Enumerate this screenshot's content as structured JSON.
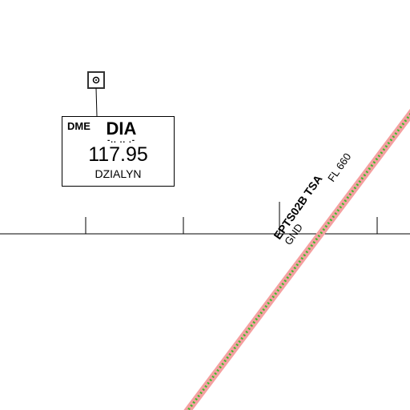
{
  "navaid": {
    "type": "DME",
    "ident": "DIA",
    "morse": "-.. .. .-",
    "frequency": "117.95",
    "name": "DZIALYN",
    "icon": "dme-station-icon"
  },
  "airspace": {
    "name": "EPTS02B TSA",
    "upper_limit": "FL 660",
    "lower_limit": "GND",
    "colors": {
      "border": "#f4a0a0",
      "centerline": "#3dbb2a"
    }
  }
}
